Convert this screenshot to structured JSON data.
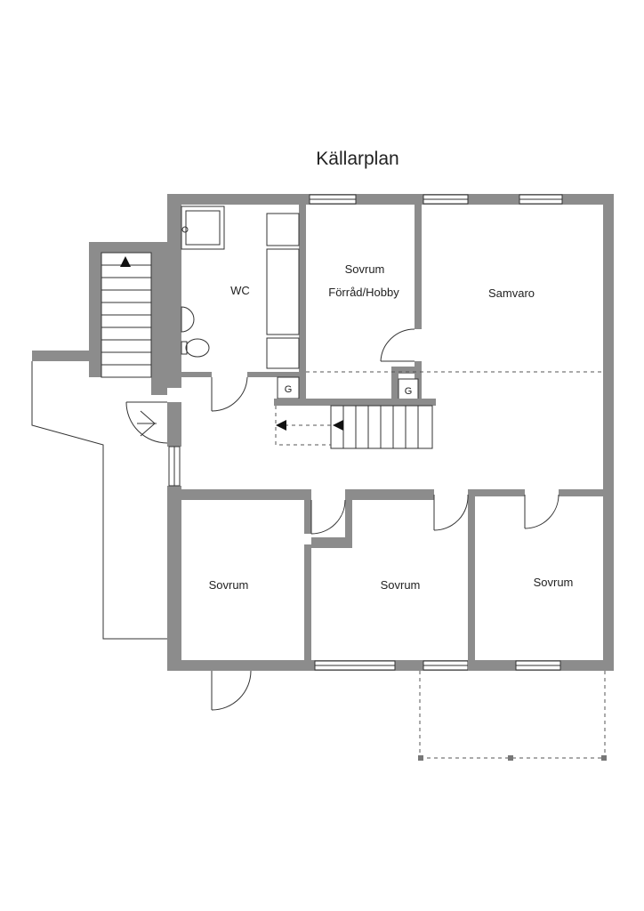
{
  "title": "Källarplan",
  "rooms": {
    "wc": "WC",
    "sovrum_hobby_line1": "Sovrum",
    "sovrum_hobby_line2": "Förråd/Hobby",
    "samvaro": "Samvaro",
    "sovrum_left": "Sovrum",
    "sovrum_middle": "Sovrum",
    "sovrum_right": "Sovrum"
  },
  "markers": {
    "g_left": "G",
    "g_right": "G"
  },
  "colors": {
    "wall": "#8c8c8c",
    "line": "#333333",
    "background": "#ffffff"
  }
}
